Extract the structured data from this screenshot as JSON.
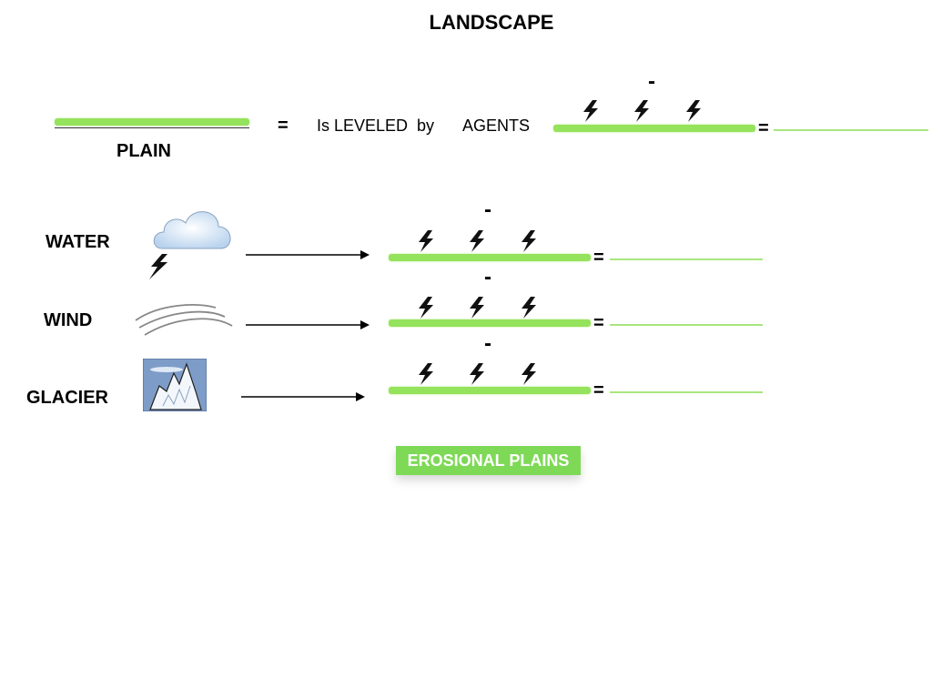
{
  "title": "LANDSCAPE",
  "plain": {
    "label": "PLAIN",
    "equals": "=",
    "text_leveled": "Is LEVELED  by",
    "text_agents": "AGENTS",
    "minus": "-",
    "equals2": "="
  },
  "agents": [
    {
      "label": "WATER",
      "icon": "cloud-with-lightning-icon",
      "minus": "-",
      "equals": "="
    },
    {
      "label": "WIND",
      "icon": "wind-icon",
      "minus": "-",
      "equals": "="
    },
    {
      "label": "GLACIER",
      "icon": "glacier-icon",
      "minus": "-",
      "equals": "="
    }
  ],
  "result": "EROSIONAL PLAINS",
  "colors": {
    "grass": "#95e25c",
    "pill": "#7ed957"
  }
}
